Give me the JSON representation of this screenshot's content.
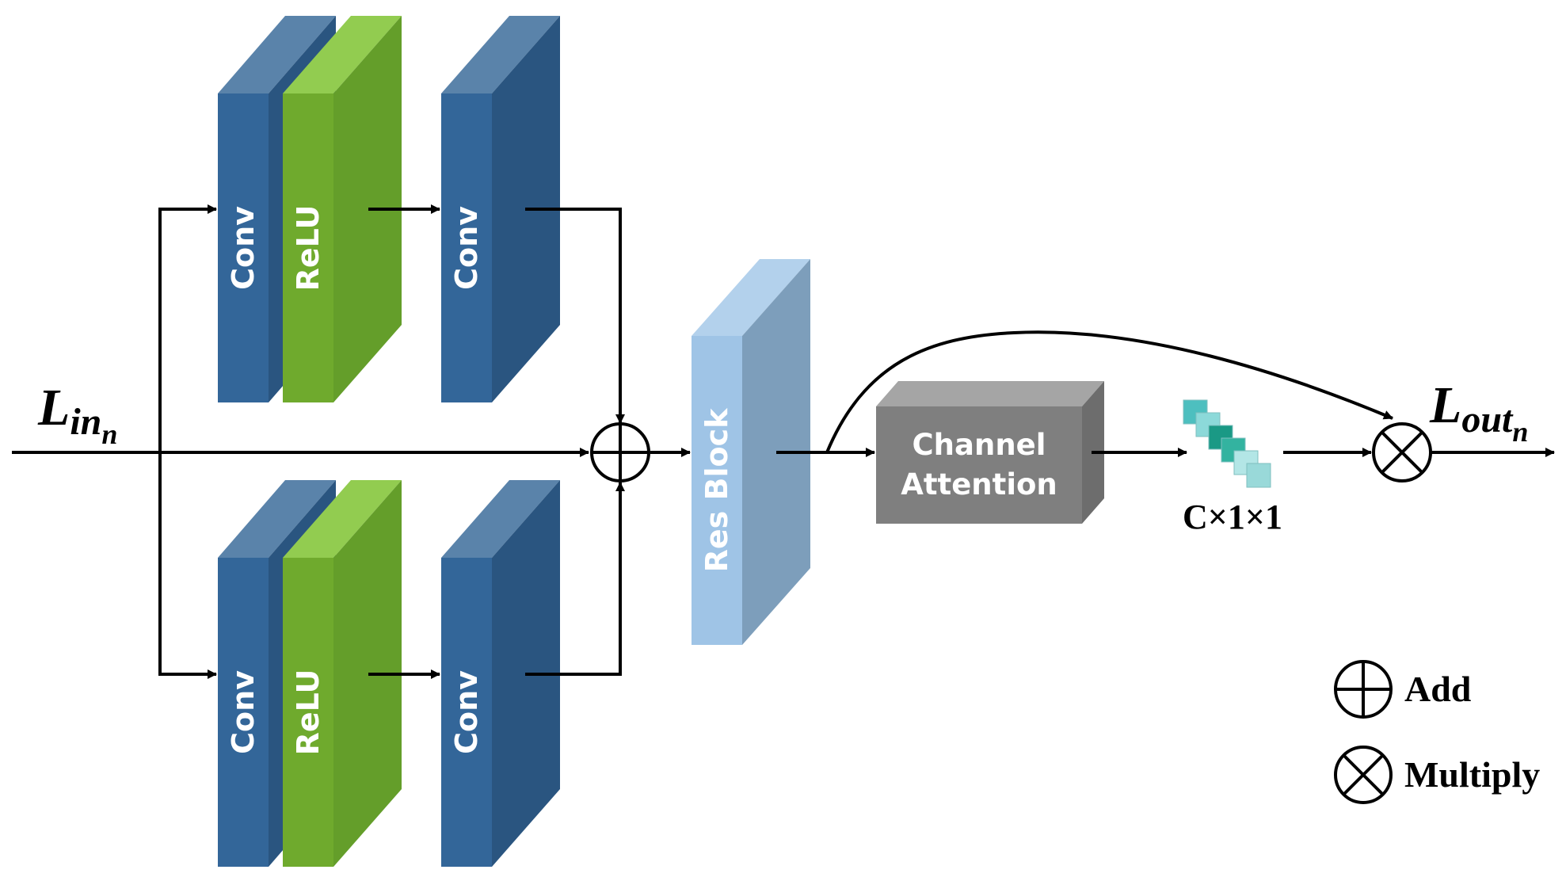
{
  "colors": {
    "conv_front": "#336699",
    "conv_side": "#2a5580",
    "conv_top": "#5a83aa",
    "relu_front": "#6faa2d",
    "relu_side": "#649e2a",
    "relu_top": "#92cc50",
    "resblock_front": "#9fc4e6",
    "resblock_side": "#7d9ebb",
    "resblock_top": "#b3d1ec",
    "channel_front": "#7f7f7f",
    "channel_side": "#6d6d6d",
    "channel_top": "#a5a5a5",
    "line": "#000000"
  },
  "branches": {
    "top": {
      "conv1": "Conv",
      "relu": "ReLU",
      "conv2": "Conv"
    },
    "bottom": {
      "conv1": "Conv",
      "relu": "ReLU",
      "conv2": "Conv"
    }
  },
  "res_block": {
    "label": "Res Block"
  },
  "channel_attention": {
    "line1": "Channel",
    "line2": "Attention"
  },
  "attention_vector": {
    "label": "C×1×1",
    "square_colors": [
      "#4dbfbf",
      "#8cd9d9",
      "#1a9985",
      "#33b3a0",
      "#b3e6e6",
      "#99d9d9"
    ]
  },
  "input": {
    "main": "L",
    "sub": "in",
    "subsub": "n"
  },
  "output": {
    "main": "L",
    "sub": "out",
    "subsub": "n"
  },
  "legend": {
    "add": "Add",
    "multiply": "Multiply"
  }
}
